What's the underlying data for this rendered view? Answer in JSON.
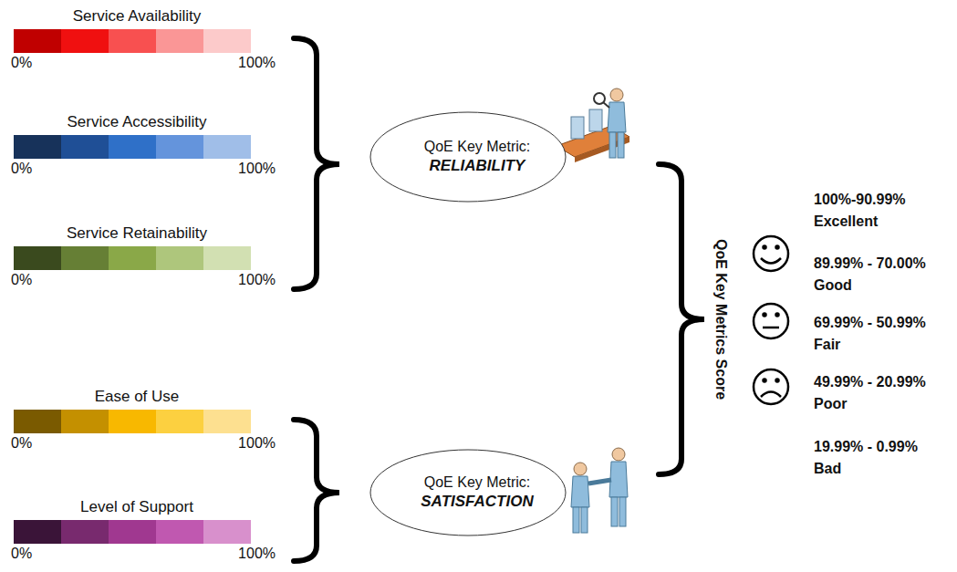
{
  "diagram": {
    "nodes": [
      {
        "text": [
          "Service Availability",
          "0%",
          "100%"
        ]
      },
      {
        "text": [
          "Service Accessibility",
          "0%",
          "100%"
        ]
      },
      {
        "text": [
          "Service Retainability",
          "0%",
          "100%"
        ]
      },
      {
        "text": [
          "QoE Key Metric:",
          "RELIABILITY"
        ]
      },
      {
        "text": [
          "Ease of Use",
          "0%",
          "100%"
        ]
      },
      {
        "text": [
          "Level of Support",
          "0%",
          "100%"
        ]
      },
      {
        "text": [
          "QoE Key Metric:",
          "SATISFACTION"
        ]
      }
    ],
    "labels": [
      "QoE Key Metrics Score",
      "100%-90.99%",
      "Excellent",
      "89.99% - 70.00%",
      "Good",
      "69.99% - 50.99%",
      "Fair",
      "49.99% - 20.99%",
      "Poor",
      "19.99% - 0.99%",
      "Bad"
    ]
  }
}
